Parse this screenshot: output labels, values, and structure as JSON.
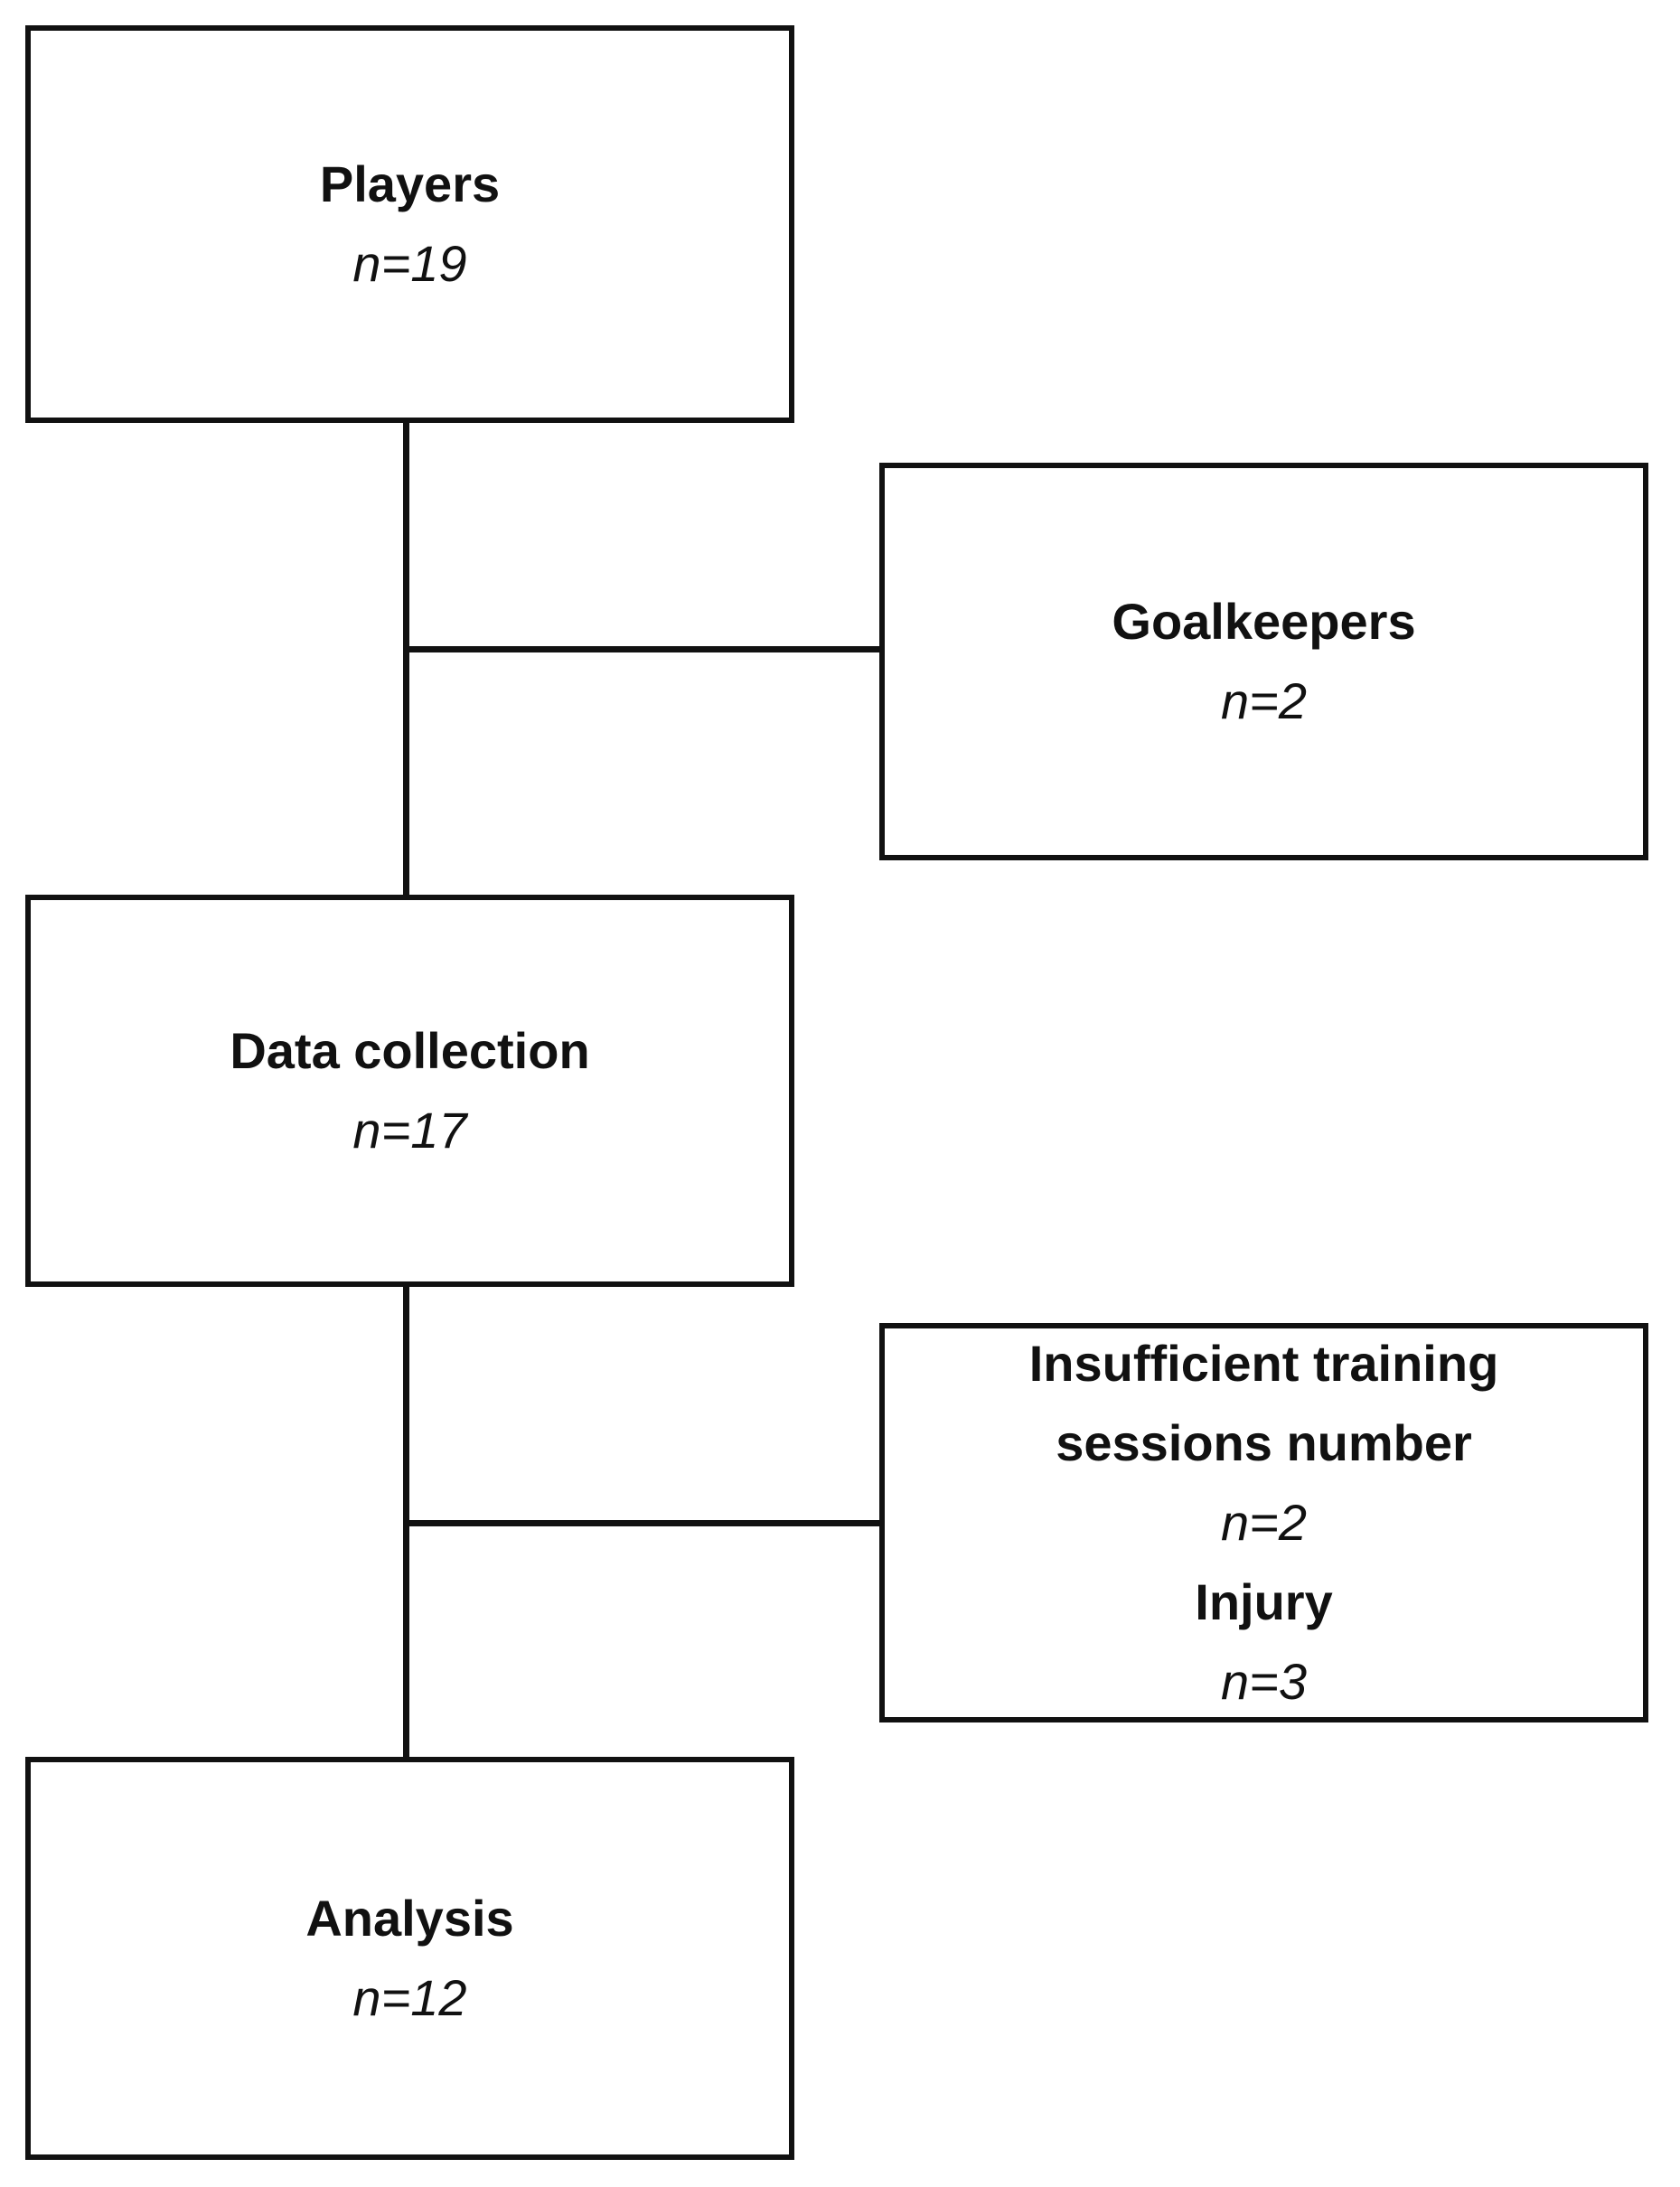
{
  "nodes": {
    "players": {
      "label": "Players",
      "count": "n=19"
    },
    "goalkeepers": {
      "label": "Goalkeepers",
      "count": "n=2"
    },
    "data_collection": {
      "label": "Data collection",
      "count": "n=17"
    },
    "exclusions": {
      "label_1": "Insufficient training",
      "label_2": "sessions number",
      "count_1": "n=2",
      "label_3": "Injury",
      "count_2": "n=3"
    },
    "analysis": {
      "label": "Analysis",
      "count": "n=12"
    }
  },
  "edges": [
    {
      "from": "players",
      "to": "data_collection"
    },
    {
      "from": "players",
      "to": "goalkeepers",
      "type": "exclusion-branch"
    },
    {
      "from": "data_collection",
      "to": "analysis"
    },
    {
      "from": "data_collection",
      "to": "exclusions",
      "type": "exclusion-branch"
    }
  ]
}
